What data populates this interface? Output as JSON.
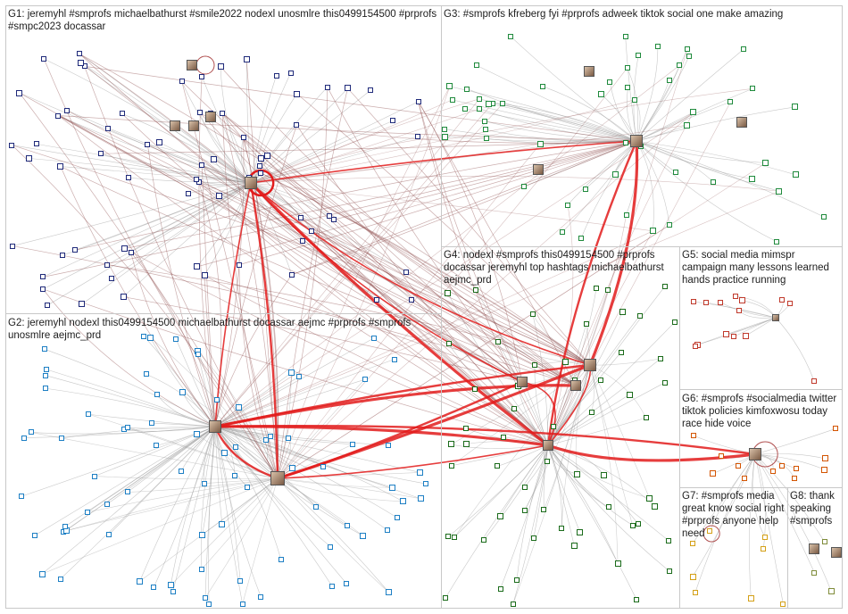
{
  "groups": [
    {
      "id": "G1",
      "label": "G1: jeremyhl #smprofs michaelbathurst #smile2022 nodexl unosmlre this0499154500 #prprofs #smpc2023 docassar",
      "color": "#1f2a7a"
    },
    {
      "id": "G2",
      "label": "G2: jeremyhl nodexl this0499154500 michaelbathurst docassar aejmc #prprofs #smprofs unosmlre aejmc_prd",
      "color": "#1d7fc4"
    },
    {
      "id": "G3",
      "label": "G3: #smprofs kfreberg fyi #prprofs adweek tiktok social one make amazing",
      "color": "#1f8a3c"
    },
    {
      "id": "G4",
      "label": "G4: nodexl #smprofs this0499154500 #prprofs docassar jeremyhl top hashtags michaelbathurst aejmc_prd",
      "color": "#1a6b1a"
    },
    {
      "id": "G5",
      "label": "G5: social media mimspr campaign many lessons learned hands practice running",
      "color": "#c0392b"
    },
    {
      "id": "G6",
      "label": "G6: #smprofs #socialmedia twitter tiktok policies kimfoxwosu today race hide voice",
      "color": "#d35400"
    },
    {
      "id": "G7",
      "label": "G7: #smprofs media great know social right #prprofs anyone help need",
      "color": "#d4a017"
    },
    {
      "id": "G8",
      "label": "G8: thank speaking #smprofs",
      "color": "#7f8c3a"
    }
  ],
  "edge_colors": {
    "normal": "#8a8a8a",
    "strong": "#e21b1b",
    "medium": "#a04545"
  }
}
